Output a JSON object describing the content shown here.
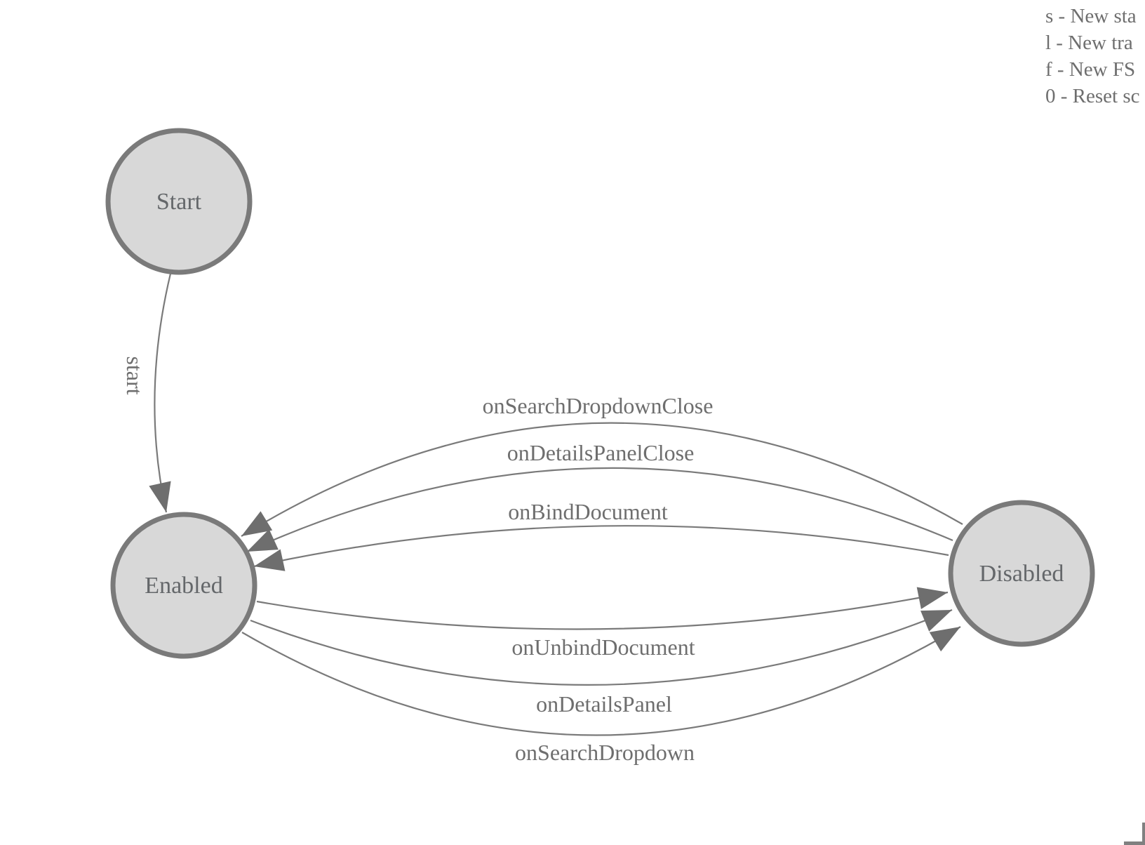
{
  "legend": {
    "lines": [
      "s - New sta",
      "l - New tra",
      "f - New FS",
      "0 - Reset sc"
    ]
  },
  "diagram": {
    "states": [
      {
        "label": "Start"
      },
      {
        "label": "Enabled"
      },
      {
        "label": "Disabled"
      }
    ],
    "transitions": [
      {
        "label": "start",
        "from": "Start",
        "to": "Enabled"
      },
      {
        "label": "onSearchDropdownClose",
        "from": "Disabled",
        "to": "Enabled"
      },
      {
        "label": "onDetailsPanelClose",
        "from": "Disabled",
        "to": "Enabled"
      },
      {
        "label": "onBindDocument",
        "from": "Disabled",
        "to": "Enabled"
      },
      {
        "label": "onUnbindDocument",
        "from": "Enabled",
        "to": "Disabled"
      },
      {
        "label": "onDetailsPanel",
        "from": "Enabled",
        "to": "Disabled"
      },
      {
        "label": "onSearchDropdown",
        "from": "Enabled",
        "to": "Disabled"
      }
    ],
    "colors": {
      "node_fill": "#d8d8d8",
      "node_stroke": "#7a7a7a",
      "edge_stroke": "#7a7a7a",
      "arrowhead": "#6e6e6e",
      "node_text": "#64676a",
      "edge_label_text": "#6e6e6e",
      "legend_text": "#6e6e6e",
      "corner_mark": "#808080"
    }
  }
}
